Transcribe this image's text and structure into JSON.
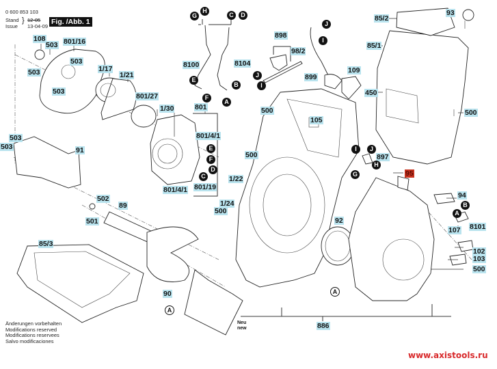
{
  "header": {
    "doc_number": "0 600 853 103",
    "stand_label": "Stand",
    "issue_label": "Issue",
    "stand_date_struck": "12-05",
    "issue_date": "13-04-09",
    "figure_title": "Fig. /Abb. 1"
  },
  "notes": [
    "Änderungen vorbehalten",
    "Modifications reserved",
    "Modifications reservees",
    "Salvo modificaciones"
  ],
  "neu_new": [
    "Neu",
    "new"
  ],
  "watermark": "www.axistools.ru",
  "colors": {
    "label_bg": "#b9e3ee",
    "highlight_label_bg": "#c8321e",
    "watermark": "#d8282a"
  },
  "part_labels": [
    {
      "id": "p108",
      "text": "108"
    },
    {
      "id": "p503a",
      "text": "503"
    },
    {
      "id": "p801_16",
      "text": "801/16"
    },
    {
      "id": "p503b",
      "text": "503"
    },
    {
      "id": "p503c",
      "text": "503"
    },
    {
      "id": "p503d",
      "text": "503"
    },
    {
      "id": "p1_17",
      "text": "1/17"
    },
    {
      "id": "p1_21",
      "text": "1/21"
    },
    {
      "id": "p801_27",
      "text": "801/27"
    },
    {
      "id": "p1_30",
      "text": "1/30"
    },
    {
      "id": "p801",
      "text": "801"
    },
    {
      "id": "p801_4_1a",
      "text": "801/4/1"
    },
    {
      "id": "p801_4_1b",
      "text": "801/4/1"
    },
    {
      "id": "p801_19",
      "text": "801/19"
    },
    {
      "id": "p503e",
      "text": "503"
    },
    {
      "id": "p503f",
      "text": "503"
    },
    {
      "id": "p91",
      "text": "91"
    },
    {
      "id": "p8100",
      "text": "8100"
    },
    {
      "id": "p8104",
      "text": "8104"
    },
    {
      "id": "p898",
      "text": "898"
    },
    {
      "id": "p98_2",
      "text": "98/2"
    },
    {
      "id": "p899",
      "text": "899"
    },
    {
      "id": "p109",
      "text": "109"
    },
    {
      "id": "p85_2",
      "text": "85/2"
    },
    {
      "id": "p93",
      "text": "93"
    },
    {
      "id": "p85_1",
      "text": "85/1"
    },
    {
      "id": "p450",
      "text": "450"
    },
    {
      "id": "p500a",
      "text": "500"
    },
    {
      "id": "p500b",
      "text": "500"
    },
    {
      "id": "p105",
      "text": "105"
    },
    {
      "id": "p500c",
      "text": "500"
    },
    {
      "id": "p1_22",
      "text": "1/22"
    },
    {
      "id": "p1_24",
      "text": "1/24"
    },
    {
      "id": "p500d",
      "text": "500"
    },
    {
      "id": "p897",
      "text": "897"
    },
    {
      "id": "p95",
      "text": "95",
      "highlight": true
    },
    {
      "id": "p94",
      "text": "94"
    },
    {
      "id": "p8101",
      "text": "8101"
    },
    {
      "id": "p107",
      "text": "107"
    },
    {
      "id": "p102",
      "text": "102"
    },
    {
      "id": "p103",
      "text": "103"
    },
    {
      "id": "p500e",
      "text": "500"
    },
    {
      "id": "p92",
      "text": "92"
    },
    {
      "id": "p502",
      "text": "502"
    },
    {
      "id": "p501",
      "text": "501"
    },
    {
      "id": "p89",
      "text": "89"
    },
    {
      "id": "p85_3",
      "text": "85/3"
    },
    {
      "id": "p90",
      "text": "90"
    },
    {
      "id": "p886",
      "text": "886"
    }
  ],
  "connector_markers": [
    {
      "id": "cG1",
      "text": "G"
    },
    {
      "id": "cH1",
      "text": "H"
    },
    {
      "id": "cC1",
      "text": "C"
    },
    {
      "id": "cD1",
      "text": "D"
    },
    {
      "id": "cE1",
      "text": "E"
    },
    {
      "id": "cF1",
      "text": "F"
    },
    {
      "id": "cB1",
      "text": "B"
    },
    {
      "id": "cA1",
      "text": "A"
    },
    {
      "id": "cJ1",
      "text": "J"
    },
    {
      "id": "cI1",
      "text": "I"
    },
    {
      "id": "cJ2",
      "text": "J"
    },
    {
      "id": "cI2",
      "text": "I"
    },
    {
      "id": "cE2",
      "text": "E"
    },
    {
      "id": "cF2",
      "text": "F"
    },
    {
      "id": "cD2",
      "text": "D"
    },
    {
      "id": "cC2",
      "text": "C"
    },
    {
      "id": "cI3",
      "text": "I"
    },
    {
      "id": "cJ3",
      "text": "J"
    },
    {
      "id": "cH3",
      "text": "H"
    },
    {
      "id": "cG3",
      "text": "G"
    },
    {
      "id": "cA3",
      "text": "A"
    },
    {
      "id": "cB3",
      "text": "B"
    }
  ],
  "reference_markers": [
    {
      "id": "rA1",
      "text": "A"
    },
    {
      "id": "rA2",
      "text": "A"
    }
  ]
}
